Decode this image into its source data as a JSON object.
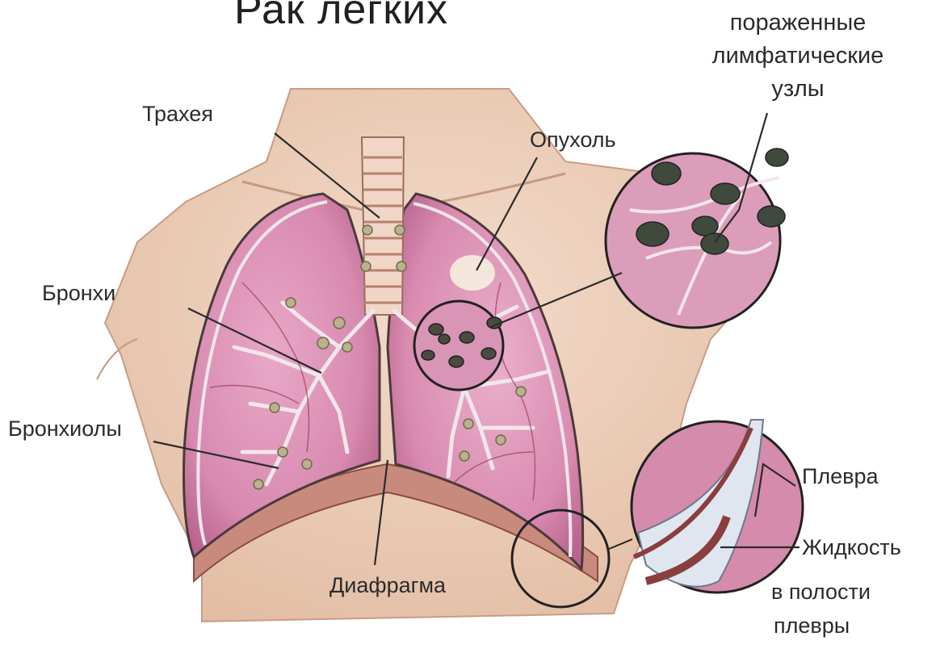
{
  "title": "Рак легких",
  "labels": {
    "lymph_line1": "пораженные",
    "lymph_line2": "лимфатические",
    "lymph_line3": "узлы",
    "trachea": "Трахея",
    "tumor": "Опухоль",
    "bronchi": "Бронхи",
    "bronchioles": "Бронхиолы",
    "diaphragm": "Диафрагма",
    "pleura": "Плевра",
    "fluid": "Жидкость",
    "cavity_line1": "в полости",
    "cavity_line2": "плевры"
  },
  "colors": {
    "skin": "#e9c9b3",
    "lung": "#d98bb0",
    "lung_dark": "#b8648e",
    "vessel": "#a03a5a",
    "node": "#3f4a3c",
    "pleura_fluid": "#dfe6ef",
    "line": "#2b2b2b"
  }
}
